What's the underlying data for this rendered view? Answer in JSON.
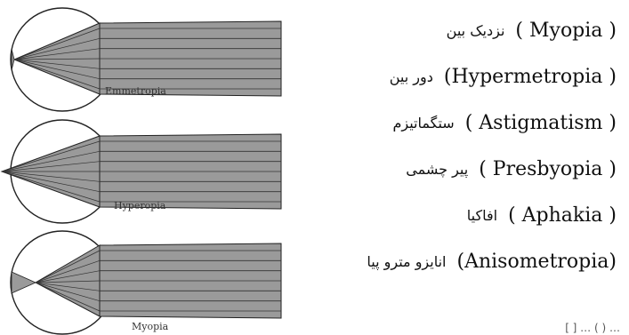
{
  "diagram": {
    "panels": [
      {
        "label": "Emmetropia",
        "focus": "on-retina"
      },
      {
        "label": "Hyperopia",
        "focus": "behind-retina"
      },
      {
        "label": "Myopia",
        "focus": "in-front-of-retina"
      }
    ],
    "colors": {
      "beam": "#9a9a9a",
      "outline": "#222222",
      "ray": "#333333"
    }
  },
  "terms": [
    {
      "fa": "نزدیک بین",
      "en": "( Myopia )"
    },
    {
      "fa": "دور بین",
      "en": "(Hypermetropia )"
    },
    {
      "fa": "ستگماتیزم",
      "en": "( Astigmatism )"
    },
    {
      "fa": "پیر چشمی",
      "en": "( Presbyopia )"
    },
    {
      "fa": "افاکیا",
      "en": "( Aphakia )"
    },
    {
      "fa": "انایزو مترو پیا",
      "en": "(Anisometropia)"
    }
  ],
  "footer_fragment": "… ( ) … [ ]"
}
